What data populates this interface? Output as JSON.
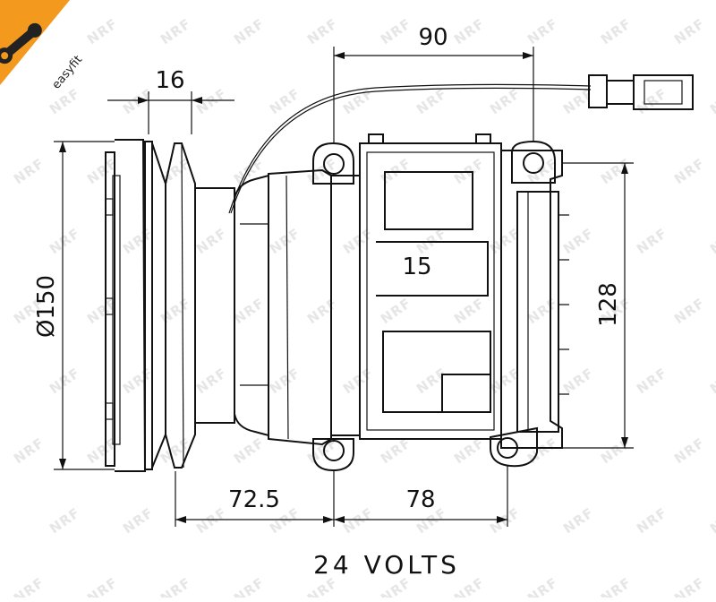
{
  "badge": {
    "text": "easyfit",
    "color": "#f39a1e"
  },
  "watermark": {
    "text": "NRF"
  },
  "dimensions": {
    "top_width": "90",
    "pulley_width": "16",
    "diameter": "Ø150",
    "height": "128",
    "pulley_to_mount": "72.5",
    "mount_spacing": "78"
  },
  "body_label": "15",
  "voltage": "24 VOLTS"
}
